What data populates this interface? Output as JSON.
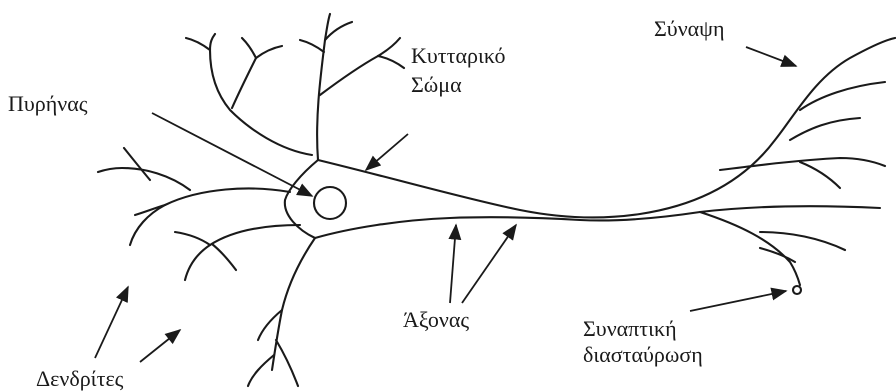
{
  "diagram": {
    "labels": {
      "nucleus": "Πυρήνας",
      "cell_body_line1": "Κυτταρικό",
      "cell_body_line2": "Σώμα",
      "synapse": "Σύναψη",
      "axon": "Άξονας",
      "dendrites": "Δενδρίτες",
      "synaptic_cleft_line1": "Συναπτική",
      "synaptic_cleft_line2": "διασταύρωση"
    },
    "colors": {
      "ink": "#1a1a1a",
      "background": "#ffffff"
    }
  }
}
